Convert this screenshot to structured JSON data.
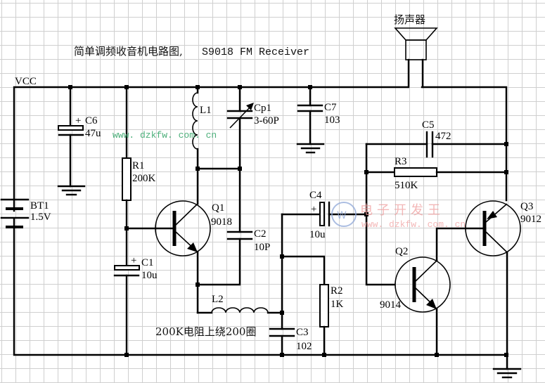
{
  "title": {
    "cn": "简单调频收音机电路图,",
    "en": "S9018 FM Receiver"
  },
  "rails": {
    "vcc": "VCC"
  },
  "speaker": {
    "label": "扬声器"
  },
  "components": {
    "BT1": {
      "ref": "BT1",
      "value": "1.5V"
    },
    "C6": {
      "ref": "C6",
      "value": "47u",
      "plus": "+"
    },
    "R1": {
      "ref": "R1",
      "value": "200K"
    },
    "C1": {
      "ref": "C1",
      "value": "10u",
      "plus": "+"
    },
    "L1": {
      "ref": "L1"
    },
    "Cp1": {
      "ref": "Cp1",
      "value": "3-60P"
    },
    "C7": {
      "ref": "C7",
      "value": "103"
    },
    "Q1": {
      "ref": "Q1",
      "value": "9018"
    },
    "C2": {
      "ref": "C2",
      "value": "10P"
    },
    "L2": {
      "ref": "L2",
      "note": "200K电阻上绕200圈"
    },
    "C3": {
      "ref": "C3",
      "value": "102"
    },
    "C4": {
      "ref": "C4",
      "value": "10u",
      "plus": "+"
    },
    "R2": {
      "ref": "R2",
      "value": "1K"
    },
    "C5": {
      "ref": "C5",
      "value": "472"
    },
    "R3": {
      "ref": "R3",
      "value": "510K"
    },
    "Q2": {
      "ref": "Q2",
      "value": "9014"
    },
    "Q3": {
      "ref": "Q3",
      "value": "9012"
    }
  },
  "watermark": {
    "url": "www. dzkfw. com. cn",
    "logo_text": "电子开发王",
    "colors": {
      "green": "#4caf7a",
      "red": "#f0a0a0",
      "blue": "#8fa8d8"
    }
  }
}
